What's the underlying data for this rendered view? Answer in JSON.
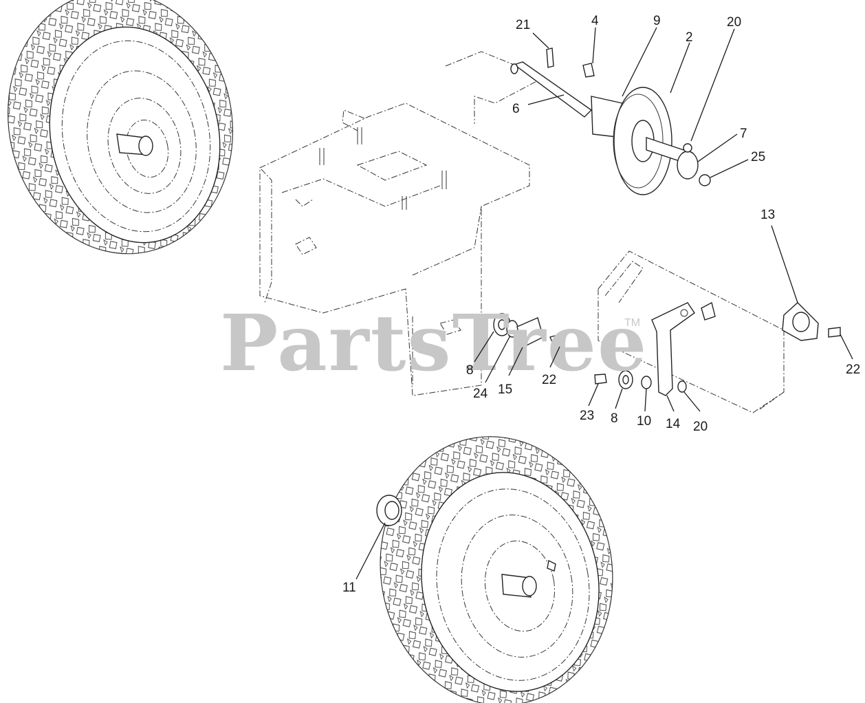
{
  "watermark": {
    "text": "PartsTree",
    "trademark": "TM"
  },
  "callouts": {
    "c21": "21",
    "c4": "4",
    "c9": "9",
    "c2": "2",
    "c20a": "20",
    "c6": "6",
    "c7": "7",
    "c25": "25",
    "c13": "13",
    "c22a": "22",
    "c8a": "8",
    "c24": "24",
    "c15": "15",
    "c22b": "22",
    "c23": "23",
    "c8b": "8",
    "c10": "10",
    "c14": "14",
    "c20b": "20",
    "c11": "11"
  }
}
